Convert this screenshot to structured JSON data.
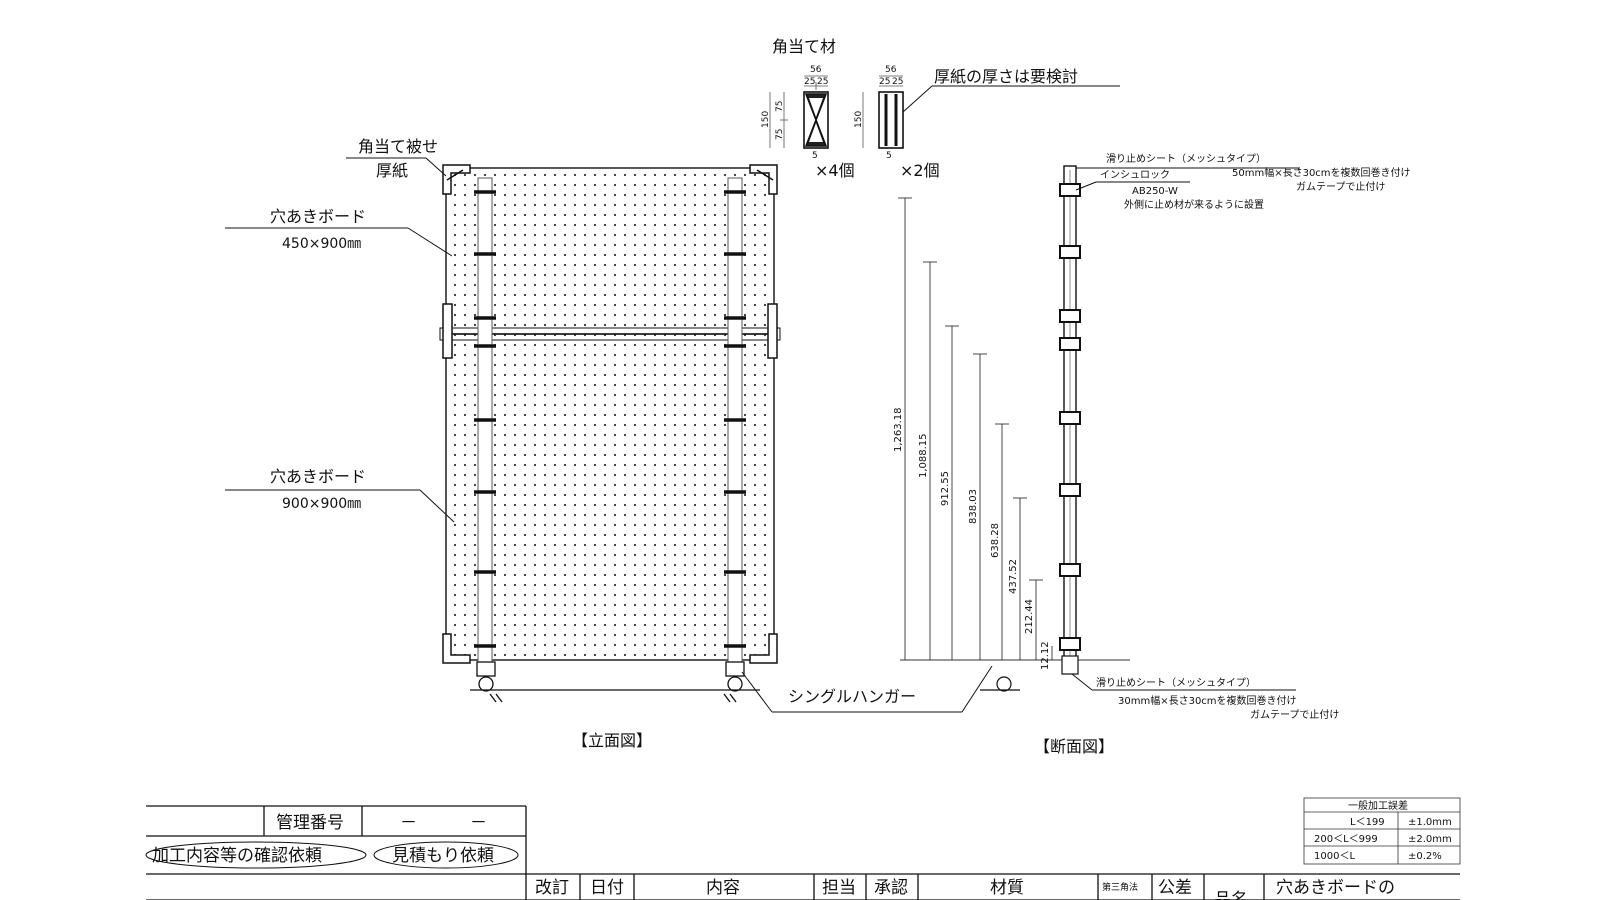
{
  "corner_material": {
    "title": "角当て材",
    "dim_width": "56",
    "dim_half": "25",
    "dim_height": "150",
    "dim_quarter": "75",
    "dim_thickness": "5",
    "note": "厚紙の厚さは要検討",
    "qty_a": "×4個",
    "qty_b": "×2個"
  },
  "elevation": {
    "corner_label_1": "角当て被せ",
    "corner_label_2": "厚紙",
    "board_top_label": "穴あきボード",
    "board_top_size": "450×900㎜",
    "board_bottom_label": "穴あきボード",
    "board_bottom_size": "900×900㎜",
    "hanger_label": "シングルハンガー",
    "caption": "【立面図】"
  },
  "dimensions": [
    "1,263.18",
    "1,088.15",
    "912.55",
    "838.03",
    "638.28",
    "437.52",
    "212.44",
    "12.12"
  ],
  "section": {
    "top_sheet": "滑り止めシート（メッシュタイプ）",
    "top_sheet_note_1": "50mm幅×長さ30cmを複数回巻き付け",
    "top_sheet_note_2": "ガムテープで止付け",
    "insulock": "インシュロック",
    "insulock_model": "AB250-W",
    "insulock_note": "外側に止め材が来るように設置",
    "bottom_sheet": "滑り止めシート（メッシュタイプ）",
    "bottom_sheet_note_1": "30mm幅×長さ30cmを複数回巻き付け",
    "bottom_sheet_note_2": "ガムテープで止付け",
    "caption": "【断面図】"
  },
  "title_block": {
    "mgmt_label": "管理番号",
    "mgmt_value_1": "－",
    "mgmt_value_2": "－",
    "request_confirm": "加工内容等の確認依頼",
    "request_quote": "見積もり依頼",
    "headers": {
      "revision": "改訂",
      "date": "日付",
      "content": "内容",
      "person": "担当",
      "approval": "承認",
      "material": "材質",
      "third_angle": "第三角法",
      "tolerance": "公差",
      "product_name": "品名"
    },
    "product_value": "穴あきボードの"
  },
  "tolerance_table": {
    "title": "一般加工誤差",
    "rows": [
      {
        "range": "L＜199",
        "value": "±1.0mm"
      },
      {
        "range": "200＜L＜999",
        "value": "±2.0mm"
      },
      {
        "range": "1000＜L",
        "value": "±0.2%"
      }
    ]
  }
}
